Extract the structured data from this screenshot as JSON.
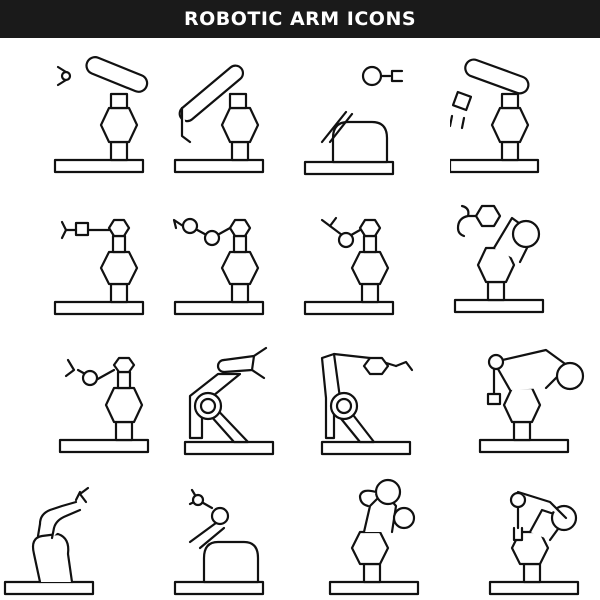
{
  "title": "ROBOTIC ARM ICONS",
  "colors": {
    "title_bg": "#1a1a1a",
    "title_text": "#ffffff",
    "stroke": "#111111",
    "background": "#ffffff"
  },
  "icons": [
    {
      "name": "robotic-arm-icon-1"
    },
    {
      "name": "robotic-arm-icon-2"
    },
    {
      "name": "robotic-arm-icon-3"
    },
    {
      "name": "robotic-arm-icon-4"
    },
    {
      "name": "robotic-arm-icon-5"
    },
    {
      "name": "robotic-arm-icon-6"
    },
    {
      "name": "robotic-arm-icon-7"
    },
    {
      "name": "robotic-arm-icon-8"
    },
    {
      "name": "robotic-arm-icon-9"
    },
    {
      "name": "robotic-arm-icon-10"
    },
    {
      "name": "robotic-arm-icon-11"
    },
    {
      "name": "robotic-arm-icon-12"
    },
    {
      "name": "robotic-arm-icon-13"
    },
    {
      "name": "robotic-arm-icon-14"
    },
    {
      "name": "robotic-arm-icon-15"
    },
    {
      "name": "robotic-arm-icon-16"
    }
  ]
}
